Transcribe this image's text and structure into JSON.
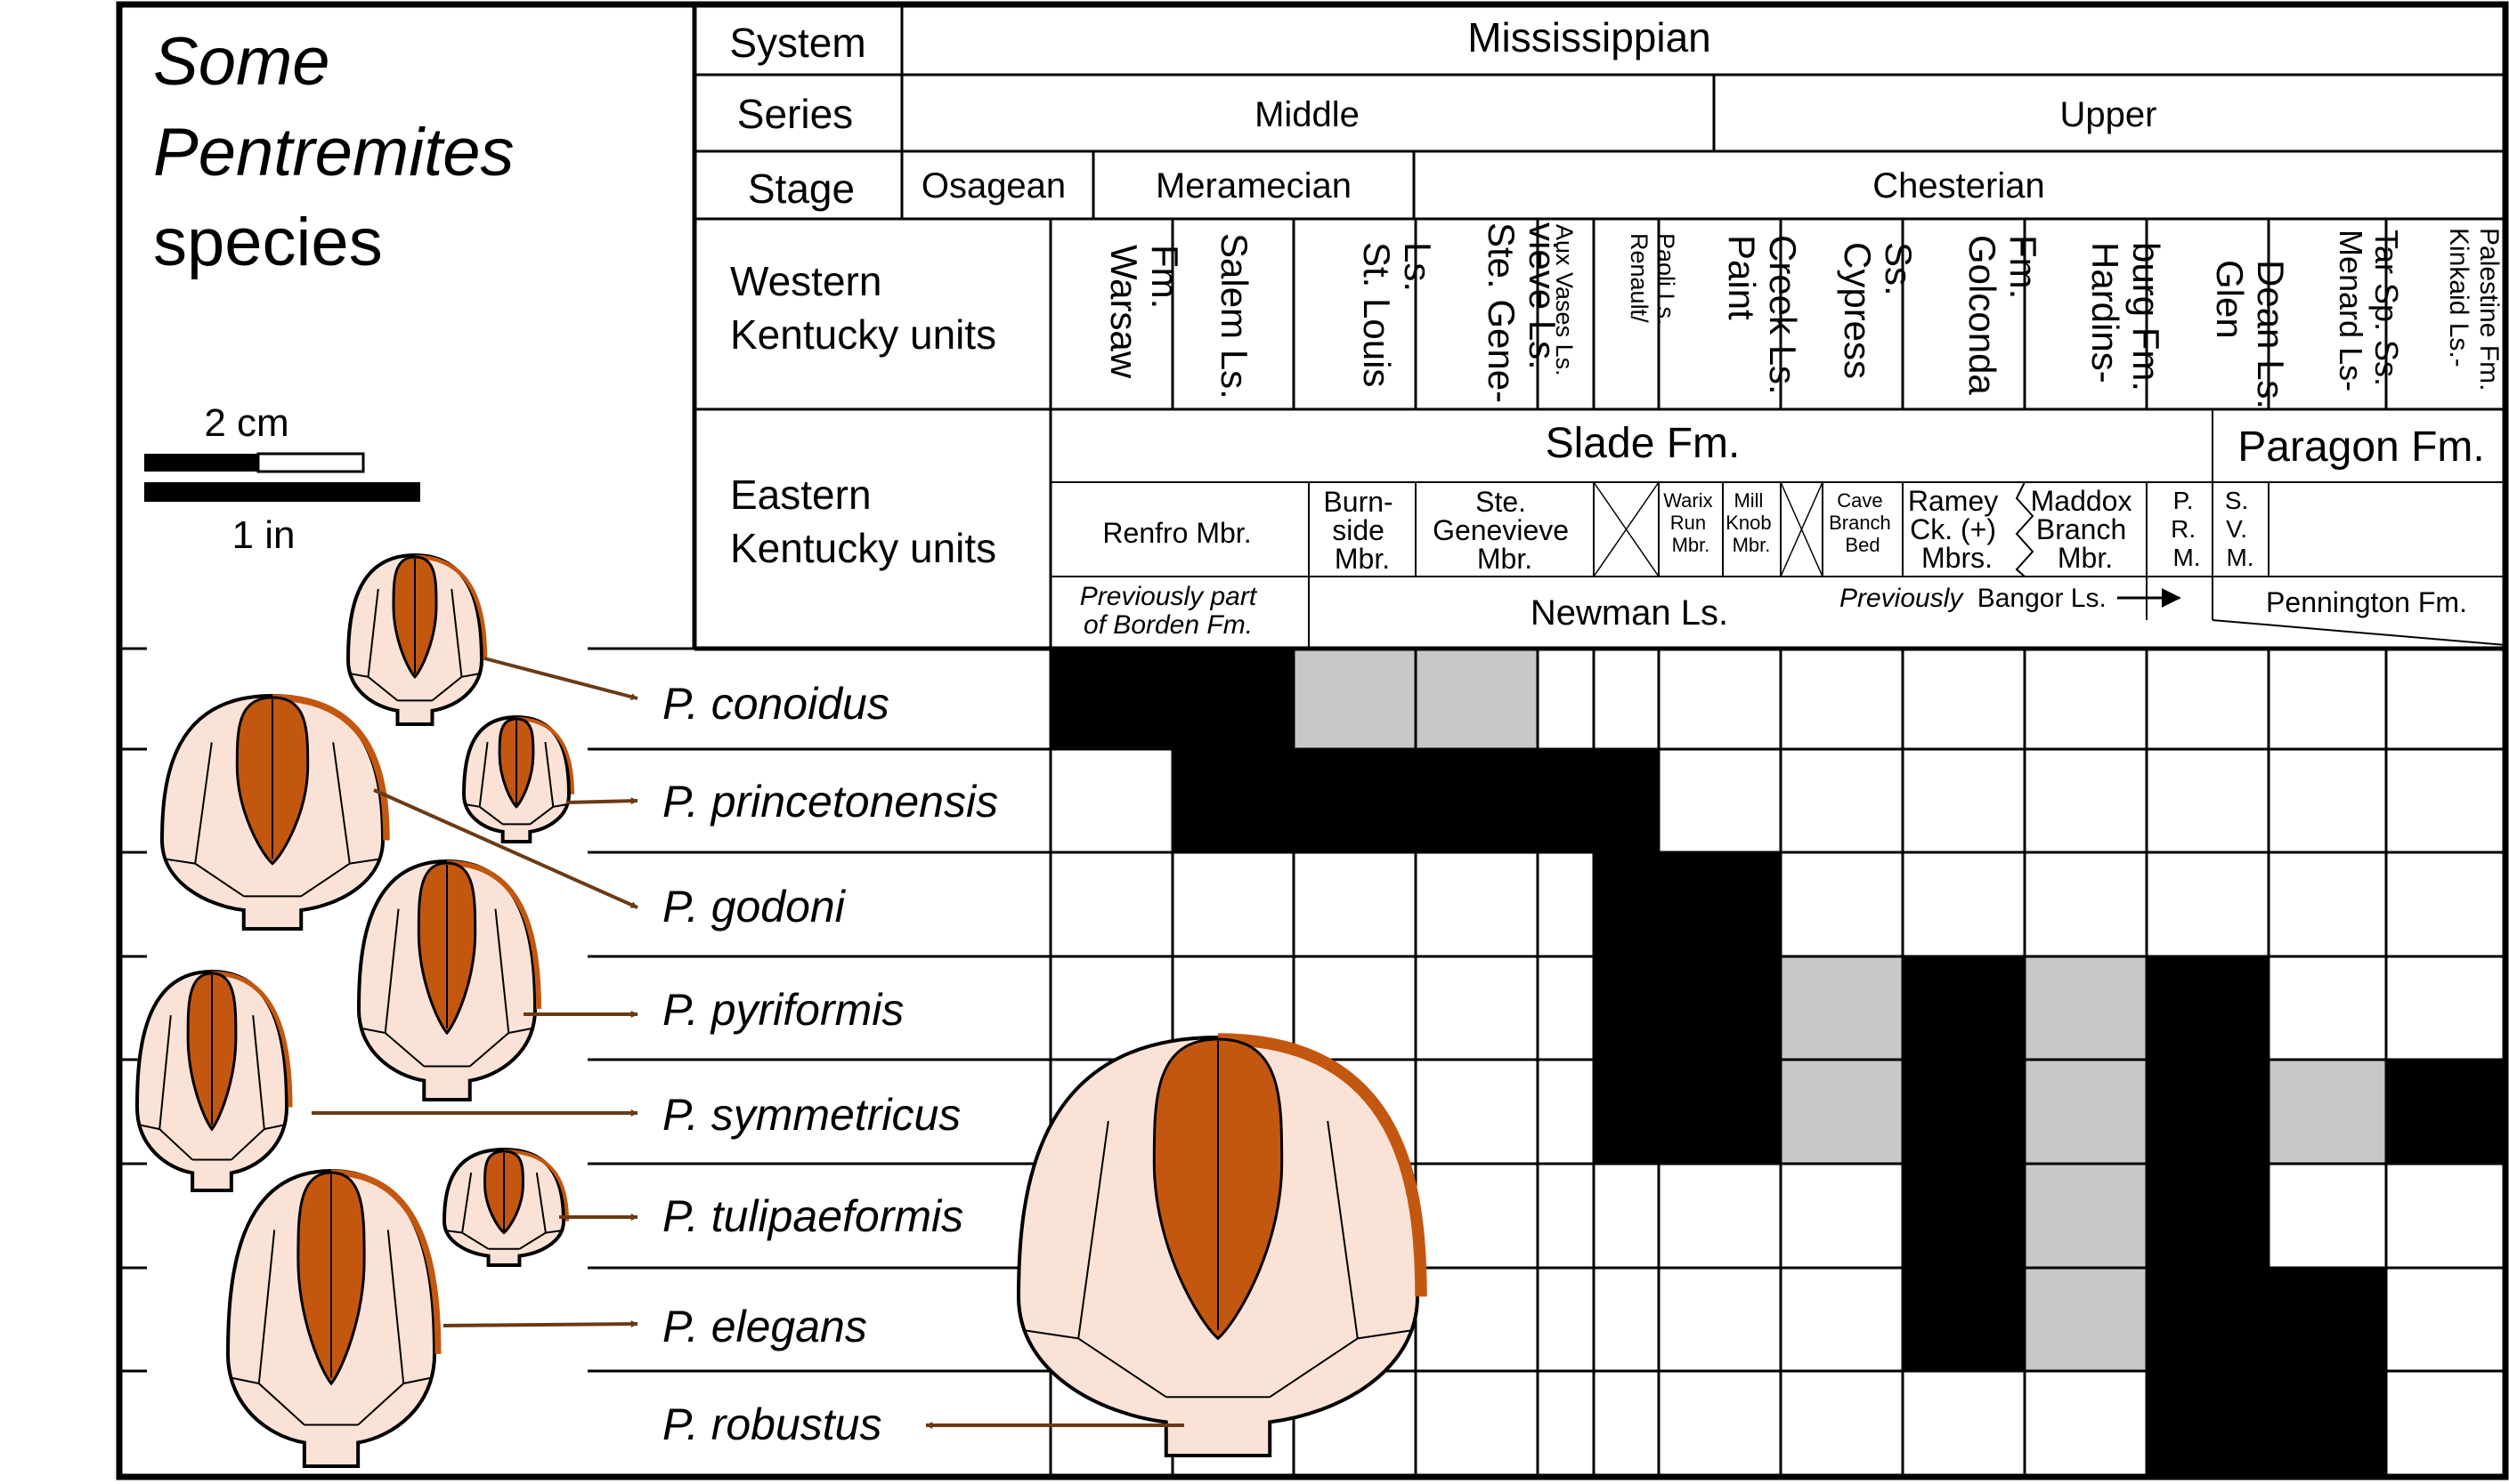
{
  "title": {
    "line1": "Some",
    "line2": "Pentremites",
    "line3": "species"
  },
  "scale_bar": {
    "cm_label": "2 cm",
    "in_label": "1 in"
  },
  "row_labels": {
    "system": "System",
    "series": "Series",
    "stage": "Stage",
    "western1": "Western",
    "western2": "Kentucky units",
    "eastern1": "Eastern",
    "eastern2": "Kentucky units"
  },
  "system": "Mississippian",
  "series": [
    "Middle",
    "Upper"
  ],
  "stages": [
    "Osagean",
    "Meramecian",
    "Chesterian"
  ],
  "western_units": [
    [
      "Warsaw",
      "Fm."
    ],
    [
      "Salem Ls."
    ],
    [
      "St. Louis",
      "Ls."
    ],
    [
      "Ste. Gene-",
      "vieve Ls."
    ],
    [
      "Aux Vases Ls."
    ],
    [
      "Renault/",
      "Paoli Ls."
    ],
    [
      "Paint",
      "Creek Ls."
    ],
    [
      "Cypress",
      "Ss."
    ],
    [
      "Golconda",
      "Fm."
    ],
    [
      "Hardins-",
      "burg Fm."
    ],
    [
      "Glen",
      "Dean Ls."
    ],
    [
      "Menard Ls-",
      "Tar Sp. Ss."
    ],
    [
      "Kinkaid Ls.-",
      "Palestine Fm."
    ]
  ],
  "eastern": {
    "slade": "Slade Fm.",
    "paragon": "Paragon Fm.",
    "members": {
      "renfro": [
        "Renfro Mbr."
      ],
      "burnside": [
        "Burn-",
        "side",
        "Mbr."
      ],
      "ste_genevieve": [
        "Ste.",
        "Genevieve",
        "Mbr."
      ],
      "warix": [
        "Warix",
        "Run",
        "Mbr."
      ],
      "mill_knob": [
        "Mill",
        "Knob",
        "Mbr."
      ],
      "cave_branch": [
        "Cave",
        "Branch",
        "Bed"
      ],
      "ramey": [
        "Ramey",
        "Ck. (+)",
        "Mbrs."
      ],
      "maddox": [
        "Maddox",
        "Branch",
        "Mbr."
      ],
      "prm": [
        "P.",
        "R.",
        "M."
      ],
      "svm": [
        "S.",
        "V.",
        "M."
      ]
    },
    "previously_borden_1": "Previously part",
    "previously_borden_2": "of Borden Fm.",
    "newman": "Newman Ls.",
    "previously_bangor_prefix": "Previously",
    "previously_bangor_rest": "Bangor Ls.",
    "pennington": "Pennington Fm."
  },
  "species": [
    "P. conoidus",
    "P. princetonensis",
    "P. godoni",
    "P. pyriformis",
    "P. symmetricus",
    "P. tulipaeformis",
    "P. elegans",
    "P. robustus"
  ],
  "legend_colors": {
    "occurrence": "#000000",
    "uncertain_occurrence": "#c8c8c8",
    "fossil_body": "#fbe2d6",
    "ambulacrum": "#c3570f",
    "arrow": "#6b3a14"
  },
  "occurrence_grid": [
    [
      "black",
      "black",
      "gray",
      "gray",
      "none",
      "none",
      "none",
      "none",
      "none",
      "none",
      "none",
      "none",
      "none"
    ],
    [
      "none",
      "black",
      "black",
      "black",
      "black",
      "black",
      "none",
      "none",
      "none",
      "none",
      "none",
      "none",
      "none"
    ],
    [
      "none",
      "none",
      "none",
      "none",
      "none",
      "black",
      "black",
      "none",
      "none",
      "none",
      "none",
      "none",
      "none"
    ],
    [
      "none",
      "none",
      "none",
      "none",
      "none",
      "black",
      "black",
      "gray",
      "black",
      "gray",
      "black",
      "none",
      "none"
    ],
    [
      "none",
      "none",
      "none",
      "none",
      "none",
      "black",
      "black",
      "gray",
      "black",
      "gray",
      "black",
      "gray",
      "black"
    ],
    [
      "none",
      "none",
      "none",
      "none",
      "none",
      "none",
      "none",
      "none",
      "black",
      "gray",
      "black",
      "none",
      "none"
    ],
    [
      "none",
      "none",
      "none",
      "none",
      "none",
      "none",
      "none",
      "none",
      "black",
      "gray",
      "black",
      "black",
      "none"
    ],
    [
      "none",
      "none",
      "none",
      "none",
      "none",
      "none",
      "none",
      "none",
      "none",
      "none",
      "black",
      "black",
      "none"
    ]
  ]
}
